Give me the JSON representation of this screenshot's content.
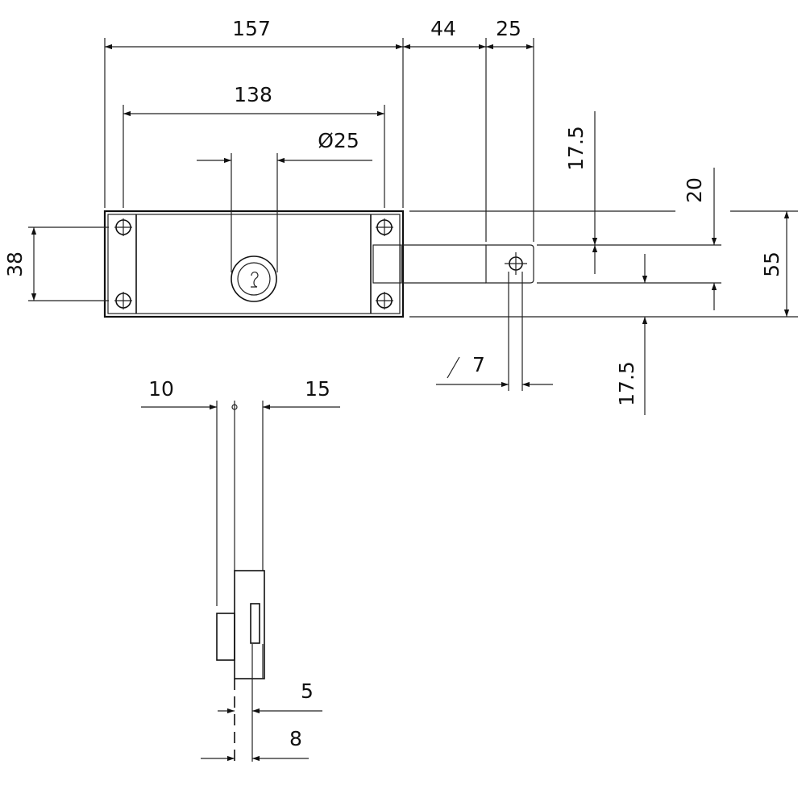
{
  "dimensions": {
    "width_157": "157",
    "width_138": "138",
    "bore_diameter": "Ø25",
    "bolt_extension": "44",
    "strike_width": "25",
    "height_38": "38",
    "upper_offset": "17.5",
    "bolt_height": "20",
    "total_height": "55",
    "lower_offset": "17.5",
    "hole_size": "7",
    "side_left": "10",
    "side_right": "15",
    "bottom_5": "5",
    "bottom_8": "8"
  }
}
